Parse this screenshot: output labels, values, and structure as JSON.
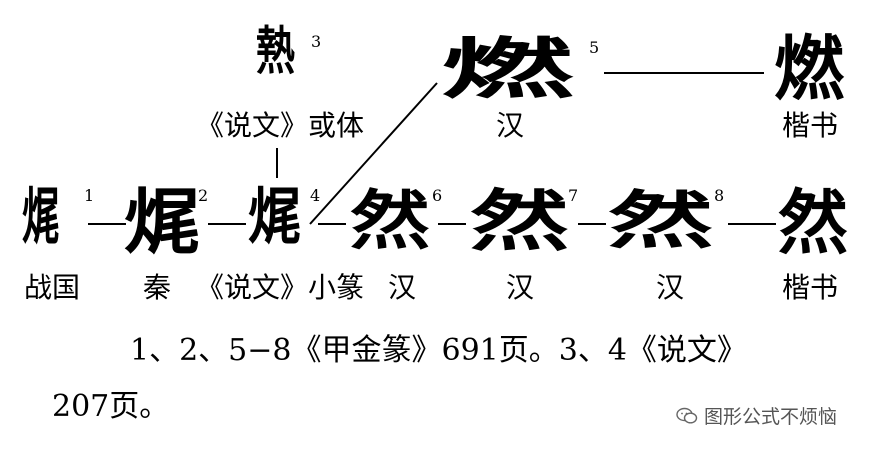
{
  "forms": [
    {
      "glyph": "𤈦",
      "num": "1",
      "label": "战国"
    },
    {
      "glyph": "𤈦",
      "num": "2",
      "label": "秦"
    },
    {
      "glyph": "𤍠",
      "num": "3",
      "label": "《说文》或体"
    },
    {
      "glyph": "𤈦",
      "num": "4",
      "label": "《说文》小篆"
    },
    {
      "glyph": "燃",
      "num": "5",
      "label": "汉"
    },
    {
      "glyph": "然",
      "num": "6",
      "label": "汉"
    },
    {
      "glyph": "然",
      "num": "7",
      "label": "汉"
    },
    {
      "glyph": "然",
      "num": "8",
      "label": "汉"
    },
    {
      "glyph": "燃",
      "num": "",
      "label": "楷书"
    },
    {
      "glyph": "然",
      "num": "",
      "label": "楷书"
    }
  ],
  "caption": {
    "line1": "1、2、5−8《甲金篆》691页。3、4《说文》",
    "line2": "207页。"
  },
  "watermark": "图形公式不烦恼"
}
